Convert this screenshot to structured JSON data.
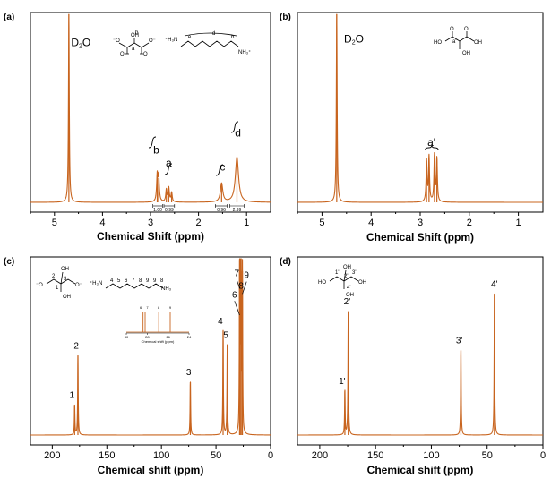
{
  "colors": {
    "spectrum": "#c8641e",
    "axis": "#000000"
  },
  "chart_data": [
    {
      "id": "a",
      "type": "line",
      "panel_label": "(a)",
      "xlabel": "Chemical Shift (ppm)",
      "xlim": [
        5.5,
        0.5
      ],
      "x_reversed": true,
      "xticks": [
        5,
        4,
        3,
        2,
        1
      ],
      "series": [
        {
          "peaks": [
            {
              "x": 4.7,
              "height": 1.0,
              "width": 0.01
            },
            {
              "x": 2.86,
              "height": 0.14,
              "width": 0.015
            },
            {
              "x": 2.83,
              "height": 0.13,
              "width": 0.015
            },
            {
              "x": 2.67,
              "height": 0.065,
              "width": 0.015
            },
            {
              "x": 2.62,
              "height": 0.075,
              "width": 0.015
            },
            {
              "x": 2.56,
              "height": 0.05,
              "width": 0.015
            },
            {
              "x": 1.52,
              "height": 0.1,
              "width": 0.03
            },
            {
              "x": 1.2,
              "height": 0.24,
              "width": 0.04
            }
          ]
        }
      ],
      "annotations": [
        {
          "text": "D",
          "sub": "2",
          "text2": "O",
          "x": 4.45,
          "y": 0.83
        },
        {
          "text": "b",
          "x": 2.88,
          "y": 0.26
        },
        {
          "text": "a",
          "x": 2.62,
          "y": 0.19
        },
        {
          "text": "c",
          "x": 1.5,
          "y": 0.17
        },
        {
          "text": "d",
          "x": 1.18,
          "y": 0.35
        }
      ],
      "integrals": [
        {
          "label": "1.00",
          "x0": 2.95,
          "x1": 2.75
        },
        {
          "label": "0.99",
          "x0": 2.72,
          "x1": 2.5
        },
        {
          "label": "0.96",
          "x0": 1.65,
          "x1": 1.4
        },
        {
          "label": "2.99",
          "x0": 1.35,
          "x1": 1.05
        }
      ]
    },
    {
      "id": "b",
      "type": "line",
      "panel_label": "(b)",
      "xlabel": "Chemical Shift (ppm)",
      "xlim": [
        5.5,
        0.5
      ],
      "x_reversed": true,
      "xticks": [
        5,
        4,
        3,
        2,
        1
      ],
      "series": [
        {
          "peaks": [
            {
              "x": 4.7,
              "height": 1.0,
              "width": 0.01
            },
            {
              "x": 2.87,
              "height": 0.22,
              "width": 0.012
            },
            {
              "x": 2.82,
              "height": 0.24,
              "width": 0.012
            },
            {
              "x": 2.71,
              "height": 0.25,
              "width": 0.012
            },
            {
              "x": 2.66,
              "height": 0.23,
              "width": 0.012
            }
          ]
        }
      ],
      "annotations": [
        {
          "text": "D",
          "sub": "2",
          "text2": "O",
          "x": 4.35,
          "y": 0.85
        },
        {
          "text": "a'",
          "x": 2.77,
          "y": 0.3
        }
      ]
    },
    {
      "id": "c",
      "type": "line",
      "panel_label": "(c)",
      "xlabel": "Chemical shift (ppm)",
      "xlim": [
        220,
        0
      ],
      "x_reversed": true,
      "xticks": [
        200,
        150,
        100,
        50,
        0
      ],
      "series": [
        {
          "peaks": [
            {
              "x": 179.5,
              "height": 0.17,
              "width": 0.3
            },
            {
              "x": 176.5,
              "height": 0.45,
              "width": 0.3
            },
            {
              "x": 73.5,
              "height": 0.3,
              "width": 0.3
            },
            {
              "x": 43.5,
              "height": 0.59,
              "width": 0.3
            },
            {
              "x": 39.7,
              "height": 0.51,
              "width": 0.3
            },
            {
              "x": 28.4,
              "height": 0.93,
              "width": 0.25
            },
            {
              "x": 27.8,
              "height": 0.93,
              "width": 0.25
            },
            {
              "x": 26.9,
              "height": 0.93,
              "width": 0.25
            },
            {
              "x": 25.8,
              "height": 0.93,
              "width": 0.25
            }
          ]
        }
      ],
      "annotations": [
        {
          "text": "1",
          "x": 182,
          "y": 0.21
        },
        {
          "text": "2",
          "x": 178,
          "y": 0.49
        },
        {
          "text": "3",
          "x": 75,
          "y": 0.34
        },
        {
          "text": "4",
          "x": 46,
          "y": 0.63
        },
        {
          "text": "5",
          "x": 41,
          "y": 0.55
        },
        {
          "text": "6",
          "x": 33,
          "y": 0.78
        },
        {
          "text": "7",
          "x": 31,
          "y": 0.9
        },
        {
          "text": "8",
          "x": 27,
          "y": 0.83
        },
        {
          "text": "9",
          "x": 22,
          "y": 0.89
        }
      ],
      "inset": {
        "xlabel": "Chemical shift (ppm)",
        "xlim": [
          30,
          24
        ],
        "xticks": [
          30,
          28,
          26,
          24
        ],
        "peaks": [
          {
            "x": 28.4,
            "label": "6"
          },
          {
            "x": 28.2,
            "label": "7"
          },
          {
            "x": 26.9,
            "label": "8"
          },
          {
            "x": 25.8,
            "label": "9"
          }
        ]
      }
    },
    {
      "id": "d",
      "type": "line",
      "panel_label": "(d)",
      "xlabel": "Chemical shift (ppm)",
      "xlim": [
        220,
        0
      ],
      "x_reversed": true,
      "xticks": [
        200,
        150,
        100,
        50,
        0
      ],
      "series": [
        {
          "peaks": [
            {
              "x": 177.5,
              "height": 0.25,
              "width": 0.3
            },
            {
              "x": 174.5,
              "height": 0.7,
              "width": 0.3
            },
            {
              "x": 73.5,
              "height": 0.48,
              "width": 0.3
            },
            {
              "x": 43.5,
              "height": 0.8,
              "width": 0.3
            }
          ]
        }
      ],
      "annotations": [
        {
          "text": "1'",
          "x": 180,
          "y": 0.29
        },
        {
          "text": "2'",
          "x": 175.5,
          "y": 0.74
        },
        {
          "text": "3'",
          "x": 75,
          "y": 0.52
        },
        {
          "text": "4'",
          "x": 43.5,
          "y": 0.84
        }
      ]
    }
  ],
  "structures": {
    "a": {
      "nh3_left": "H₃N",
      "nh3_right": "NH₃",
      "oh": "OH",
      "letters": [
        "e",
        "d",
        "b",
        "a"
      ]
    },
    "b": {
      "ho_left": "HO",
      "oh_right": "OH",
      "oh_bottom": "OH",
      "letters": [
        "a'"
      ]
    },
    "c": {
      "nh3_left": "H₃N",
      "nh3_right": "NH₃",
      "oh": "OH",
      "oh_bottom": "OH",
      "numbers": [
        "1",
        "2",
        "3",
        "4",
        "5",
        "6",
        "7",
        "8",
        "9"
      ]
    },
    "d": {
      "ho_left": "HO",
      "oh_right": "OH",
      "oh_top": "OH",
      "oh_bottom": "OH",
      "numbers": [
        "1'",
        "2'",
        "3'",
        "4'"
      ]
    }
  }
}
